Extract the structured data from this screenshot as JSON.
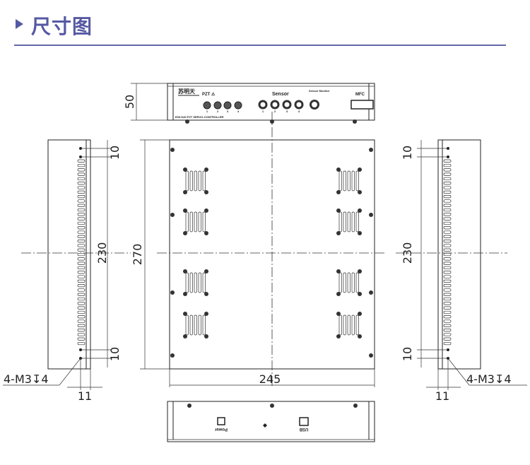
{
  "header": {
    "title": "尺寸图",
    "accent_color": "#5659a3"
  },
  "dimensions": {
    "front_height": "50",
    "plate_height": "270",
    "plate_width": "245",
    "side_length": "230",
    "edge_offset_top": "10",
    "edge_offset_bottom": "10",
    "side_depth": "11",
    "thread_note": "4-M3↧4"
  },
  "front_panel": {
    "logo": "苏明天",
    "pzt_label": "PZT ⚠",
    "pzt_ports": [
      "1",
      "2",
      "3",
      "4"
    ],
    "sensor_label": "Sensor",
    "sensor_ports": [
      "1",
      "2",
      "3",
      "4"
    ],
    "monitor_label": "Sensor Monitor",
    "mfc_label": "MFC",
    "model": "E00.D40 PZT SERVO-CONTROLLER"
  },
  "rear_panel": {
    "power_label": "Power",
    "usb_label": "USB"
  }
}
